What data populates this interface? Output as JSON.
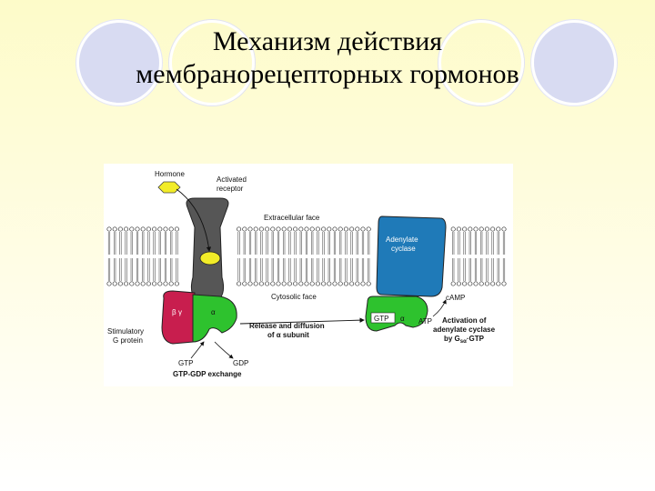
{
  "slide": {
    "title_line1": "Механизм действия",
    "title_line2": "мембранорецепторных гормонов"
  },
  "diagram": {
    "hormone": "Hormone",
    "activated_receptor_1": "Activated",
    "activated_receptor_2": "receptor",
    "extracellular_face": "Extracellular face",
    "cytosolic_face": "Cytosolic face",
    "adenylate_cyclase_1": "Adenylate",
    "adenylate_cyclase_2": "cyclase",
    "camp": "cAMP",
    "atp": "ATP",
    "gtp_right": "GTP",
    "alpha_right": "α",
    "beta": "β",
    "gamma": "γ",
    "alpha_left": "α",
    "stimulatory_1": "Stimulatory",
    "stimulatory_2": "G protein",
    "release_1": "Release and diffusion",
    "release_2": "of α subunit",
    "activation_1": "Activation of",
    "activation_2": "adenylate cyclase",
    "activation_3": "by G",
    "activation_sub": "sα",
    "activation_4": "·GTP",
    "gtp_left": "GTP",
    "gdp": "GDP",
    "gtp_gdp_exchange": "GTP-GDP exchange"
  },
  "colors": {
    "background_top": "#fdfbc9",
    "receptor": "#555555",
    "hormone": "#f2ec28",
    "adenylate_cyclase": "#1f7ab8",
    "g_alpha": "#2ec22e",
    "g_beta": "#c81e4e",
    "membrane": "#333333"
  }
}
